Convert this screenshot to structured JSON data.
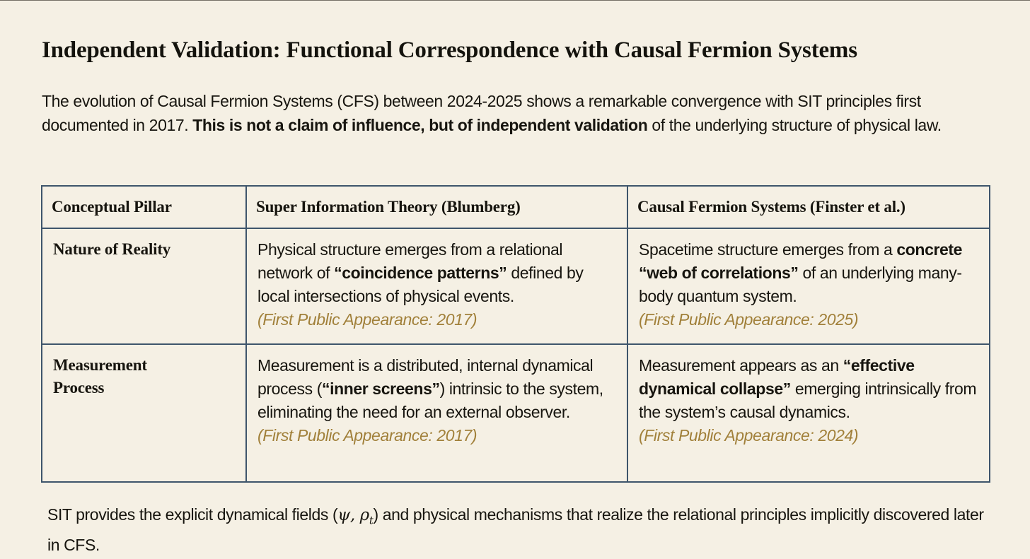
{
  "colors": {
    "background": "#f5f0e4",
    "text": "#17150f",
    "table_border": "#3e556b",
    "appearance_gold": "#a1803a"
  },
  "page": {
    "title": "Independent Validation: Functional Correspondence with Causal Fermion Systems",
    "intro_segments": [
      {
        "text": "The evolution of Causal Fermion Systems (CFS) between 2024-2025 shows a remarkable convergence with SIT principles first documented in 2017. "
      },
      {
        "text": "This is not a claim of influence, but of independent validation",
        "bold": true
      },
      {
        "text": " of the underlying structure of physical law."
      }
    ]
  },
  "table": {
    "headers": [
      "Conceptual Pillar",
      "Super Information Theory (Blumberg)",
      "Causal Fermion Systems (Finster et al.)"
    ],
    "rows": [
      {
        "pillar": "Nature of Reality",
        "sit_segments": [
          {
            "text": "Physical structure emerges from a relational network of "
          },
          {
            "text": "“coincidence patterns”",
            "bold": true
          },
          {
            "text": " defined by local intersections of physical events."
          }
        ],
        "sit_note": "(First Public Appearance: 2017)",
        "cfs_segments": [
          {
            "text": "Spacetime structure emerges from a "
          },
          {
            "text": "concrete “web of correlations”",
            "bold": true
          },
          {
            "text": " of an underlying many-body quantum system."
          }
        ],
        "cfs_note": "(First Public Appearance: 2025)"
      },
      {
        "pillar": "Measurement Process",
        "sit_segments": [
          {
            "text": "Measurement is a distributed, internal dynamical process ("
          },
          {
            "text": "“inner screens”",
            "bold": true
          },
          {
            "text": ") intrinsic to the system, eliminating the need for an external observer."
          }
        ],
        "sit_note": "(First Public Appearance: 2017)",
        "cfs_segments": [
          {
            "text": "Measurement appears as an "
          },
          {
            "text": "“effective dynamical collapse”",
            "bold": true
          },
          {
            "text": " emerging intrinsically from the system’s causal dynamics."
          }
        ],
        "cfs_note": "(First Public Appearance: 2024)"
      }
    ]
  },
  "footer": {
    "segments": [
      {
        "text": "SIT provides the explicit dynamical fields ("
      },
      {
        "text": "ψ, ρ",
        "math": true
      },
      {
        "text": "t",
        "math": true,
        "sub": true
      },
      {
        "text": ") and physical mechanisms that realize the relational principles implicitly discovered later in CFS."
      }
    ]
  }
}
